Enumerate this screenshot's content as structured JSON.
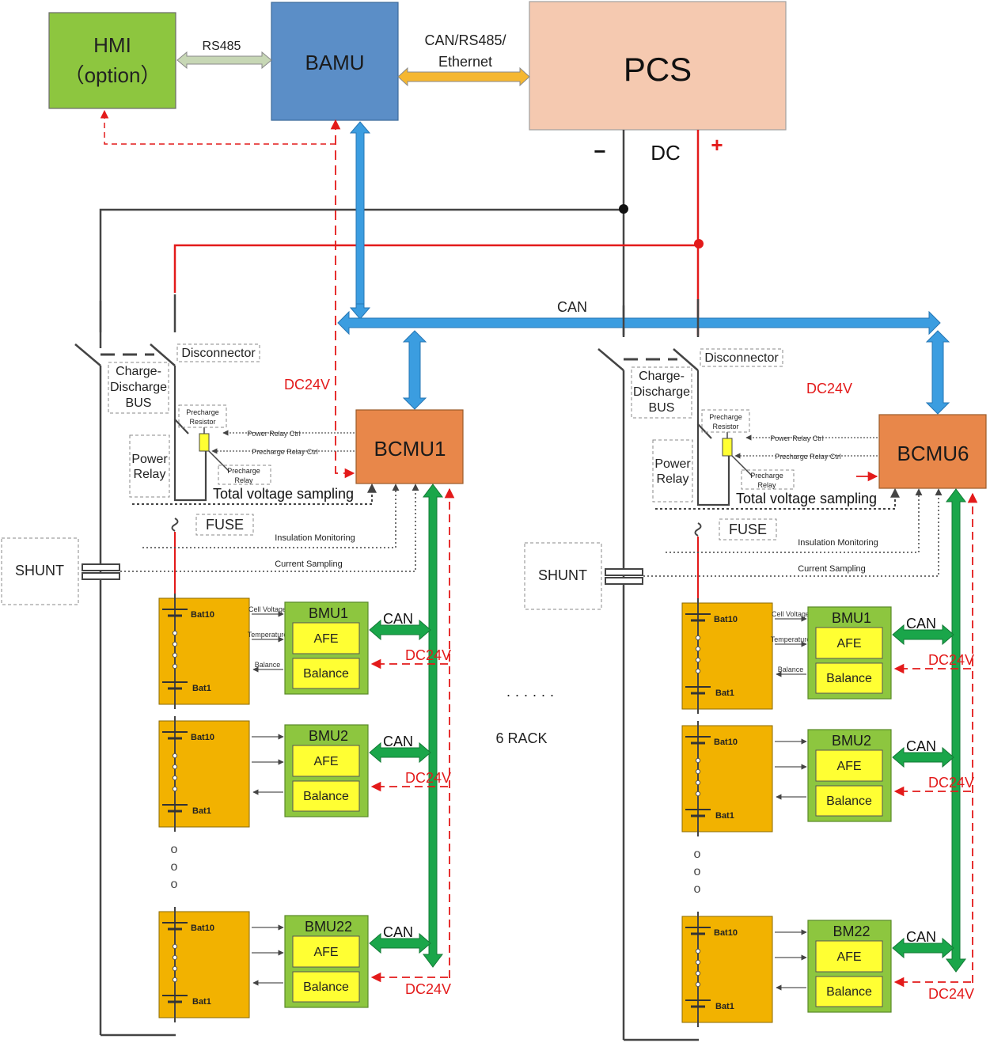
{
  "blocks": {
    "hmi": {
      "line1": "HMI",
      "line2": "（option）"
    },
    "bamu": "BAMU",
    "pcs": "PCS",
    "bcmu1": "BCMU1",
    "bcmu6": "BCMU6"
  },
  "links": {
    "rs485": "RS485",
    "can_rs485_1": "CAN/RS485/",
    "can_rs485_2": "Ethernet",
    "can_bus": "CAN",
    "can": "CAN",
    "dc24v": "DC24V"
  },
  "dc": {
    "minus": "−",
    "label": "DC",
    "plus": "+"
  },
  "rack_labels": {
    "disconnector": "Disconnector",
    "bus_1": "Charge-",
    "bus_2": "Discharge",
    "bus_3": "BUS",
    "precharge_resistor_1": "Precharge",
    "precharge_resistor_2": "Resistor",
    "precharge_relay_1": "Precharge",
    "precharge_relay_2": "Relay",
    "power_relay_1": "Power",
    "power_relay_2": "Relay",
    "power_relay_ctrl": "Power Relay Ctrl",
    "precharge_relay_ctrl": "Precharge Relay Ctrl",
    "total_voltage": "Total voltage sampling",
    "fuse": "FUSE",
    "insulation": "Insulation Monitoring",
    "current": "Current Sampling",
    "shunt": "SHUNT",
    "cell_voltage": "Cell Voltage",
    "temperature": "Temperature",
    "balance_sig": "Balance"
  },
  "bmu_parts": {
    "afe": "AFE",
    "balance": "Balance"
  },
  "battery": {
    "top": "Bat10",
    "bottom": "Bat1"
  },
  "rack1_bmus": [
    "BMU1",
    "BMU2",
    "BMU22"
  ],
  "rack6_bmus": [
    "BMU1",
    "BMU2",
    "BM22"
  ],
  "center": {
    "dots": "· · · · · ·",
    "racks": "6 RACK"
  },
  "vdots": "o",
  "colors": {
    "hmi": "#8dc63f",
    "bamu": "#5b8ec7",
    "pcs": "#f5c9b0",
    "bcmu": "#e8874a",
    "bmu": "#8dc63f",
    "afe": "#ffff33",
    "battery": "#f2b200",
    "can_bus": "#3b9de0",
    "can_local": "#1aa64a",
    "red_line": "#e31a1a"
  }
}
